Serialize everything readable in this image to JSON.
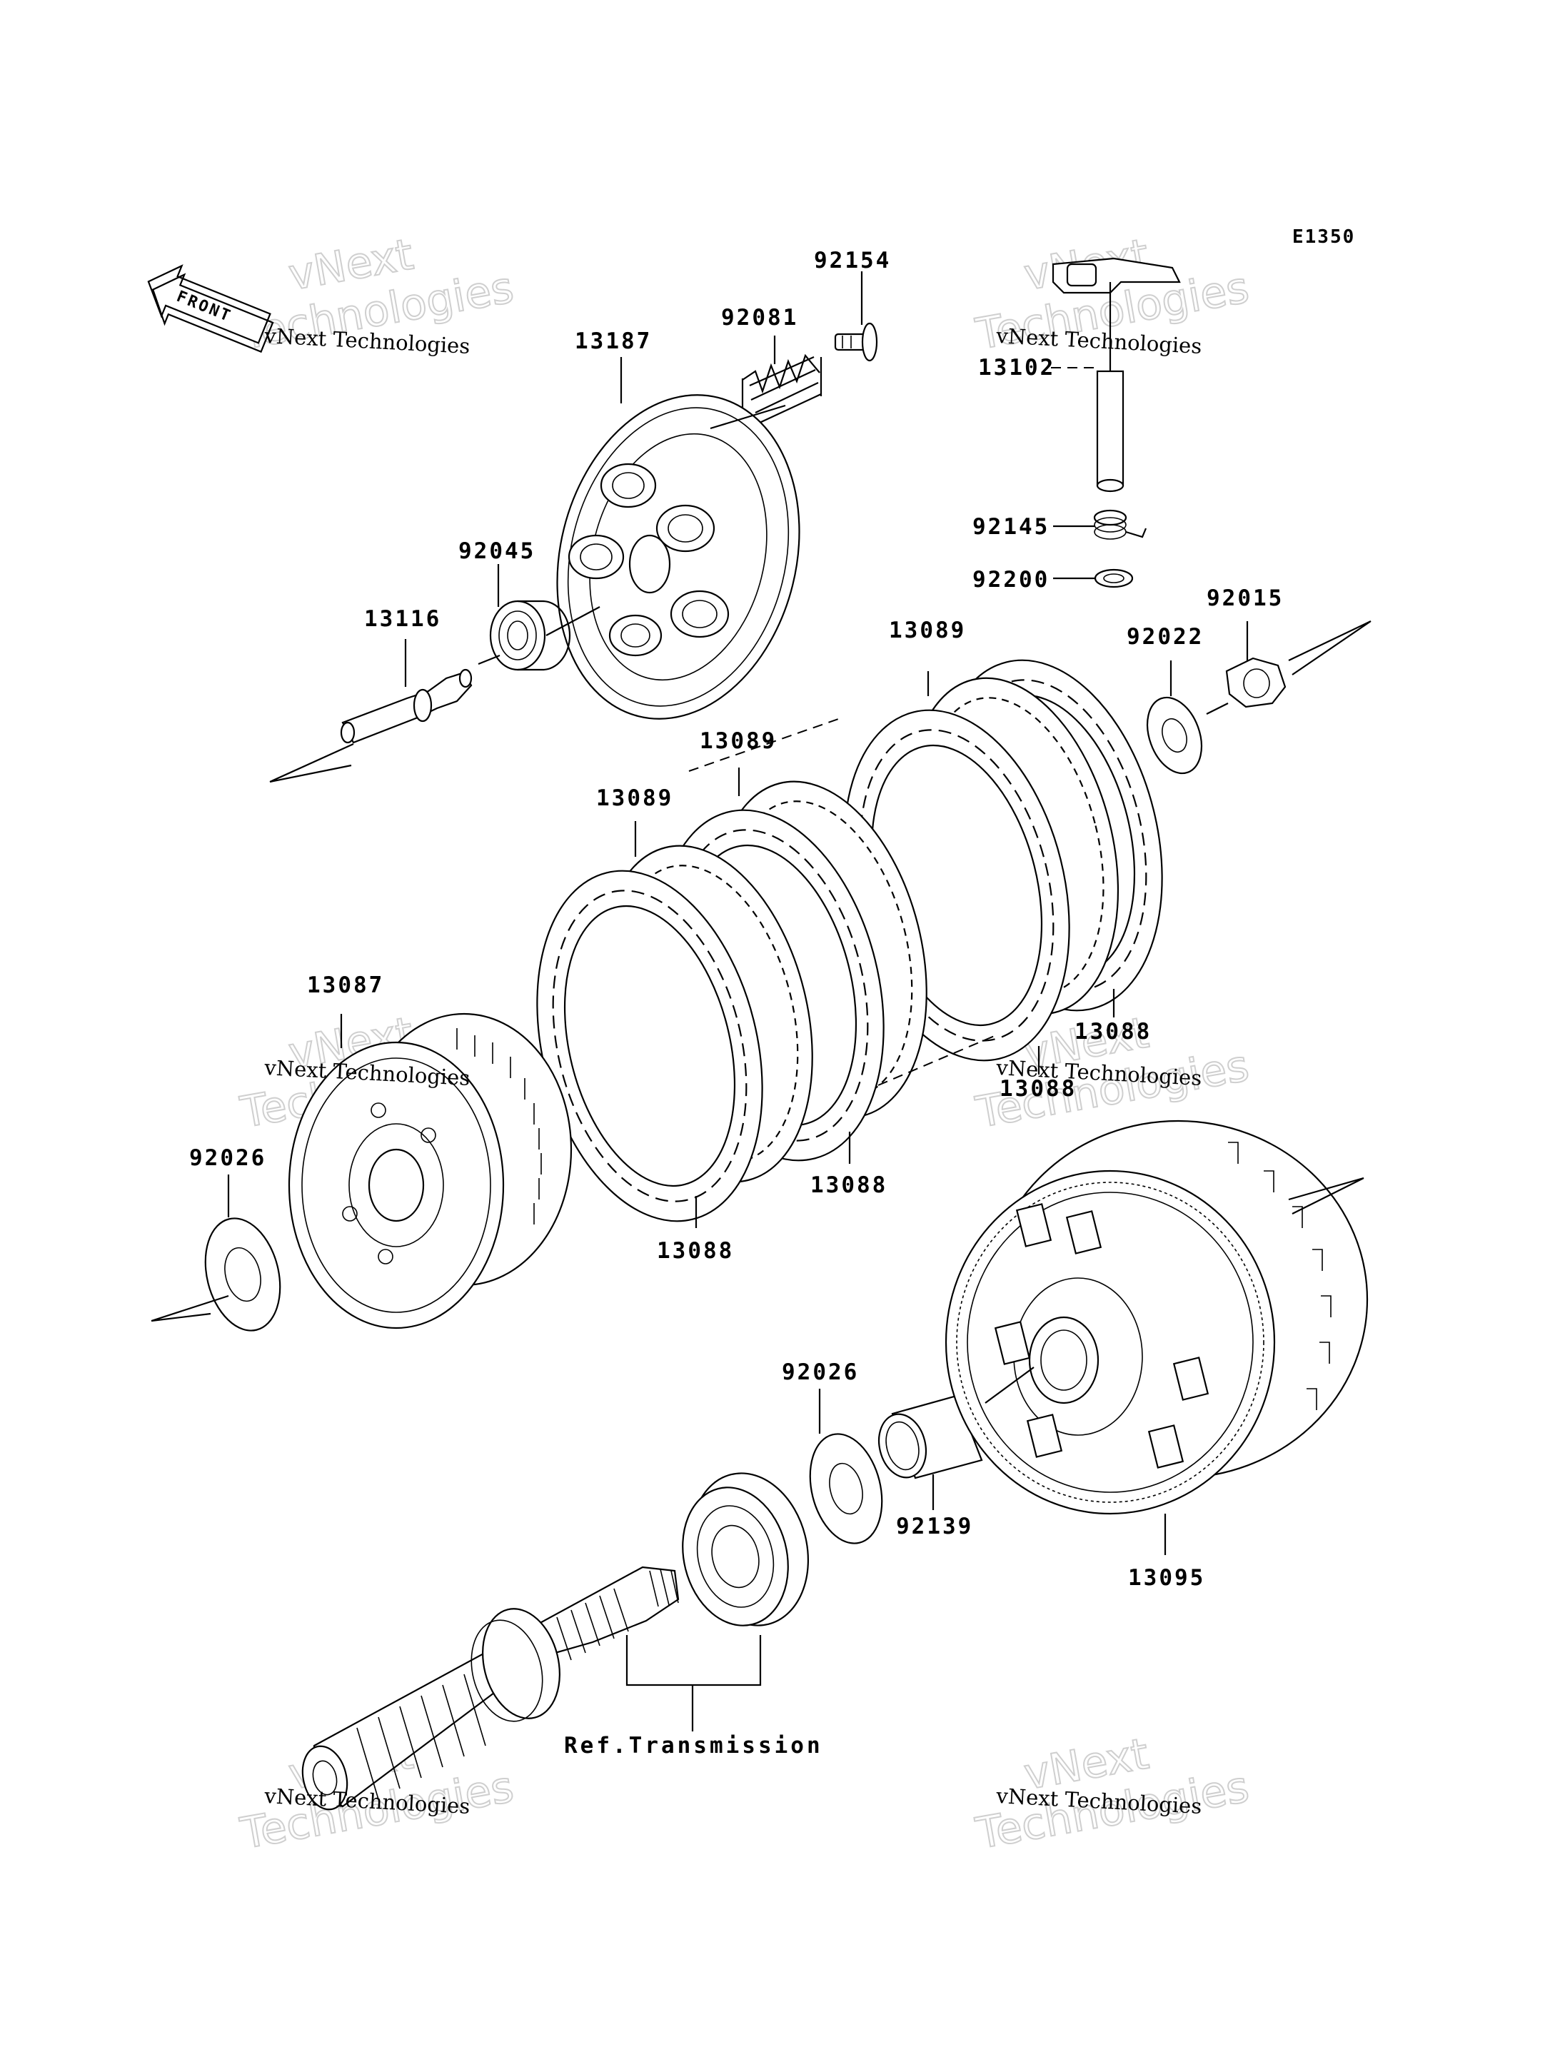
{
  "diagram": {
    "code": "E1350",
    "front_label": "FRONT",
    "reference_label": "Ref.Transmission",
    "parts": [
      {
        "id": "p92154",
        "number": "92154"
      },
      {
        "id": "p92081",
        "number": "92081"
      },
      {
        "id": "p13187",
        "number": "13187"
      },
      {
        "id": "p13102",
        "number": "13102"
      },
      {
        "id": "p92145",
        "number": "92145"
      },
      {
        "id": "p92200",
        "number": "92200"
      },
      {
        "id": "p92045",
        "number": "92045"
      },
      {
        "id": "p13116",
        "number": "13116"
      },
      {
        "id": "p92015",
        "number": "92015"
      },
      {
        "id": "p92022",
        "number": "92022"
      },
      {
        "id": "p13089a",
        "number": "13089"
      },
      {
        "id": "p13089b",
        "number": "13089"
      },
      {
        "id": "p13089c",
        "number": "13089"
      },
      {
        "id": "p13087",
        "number": "13087"
      },
      {
        "id": "p13088a",
        "number": "13088"
      },
      {
        "id": "p13088b",
        "number": "13088"
      },
      {
        "id": "p13088c",
        "number": "13088"
      },
      {
        "id": "p13088d",
        "number": "13088"
      },
      {
        "id": "p92026a",
        "number": "92026"
      },
      {
        "id": "p92026b",
        "number": "92026"
      },
      {
        "id": "p92139",
        "number": "92139"
      },
      {
        "id": "p13095",
        "number": "13095"
      }
    ]
  },
  "watermarks": [
    {
      "company": "vNext Technologies",
      "big_top": "vNext",
      "big_bottom": "Technologies"
    },
    {
      "company": "vNext Technologies",
      "big_top": "vNext",
      "big_bottom": "Technologies"
    },
    {
      "company": "vNext Technologies",
      "big_top": "vNext",
      "big_bottom": "Technologies"
    },
    {
      "company": "vNext Technologies",
      "big_top": "vNext",
      "big_bottom": "Technologies"
    },
    {
      "company": "vNext Technologies",
      "big_top": "vNext",
      "big_bottom": "Technologies"
    },
    {
      "company": "vNext Technologies",
      "big_top": "vNext",
      "big_bottom": "Technologies"
    }
  ]
}
